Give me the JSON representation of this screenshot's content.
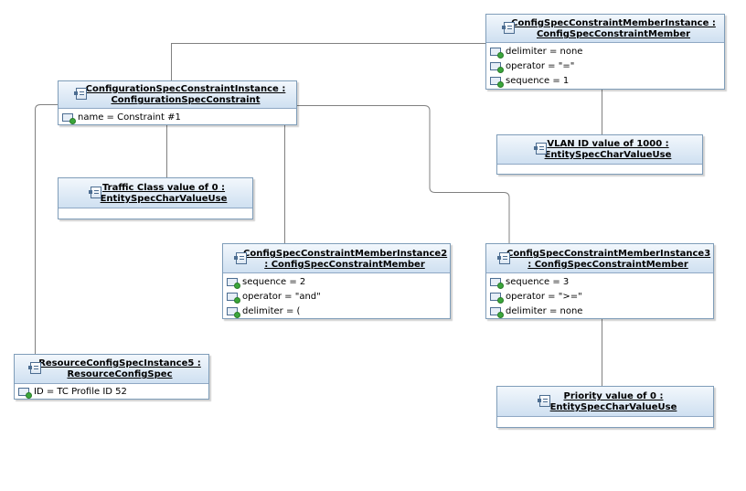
{
  "nodes": [
    {
      "id": "member-1",
      "title": [
        "ConfigSpecConstraintMemberInstance :",
        "ConfigSpecConstraintMember"
      ],
      "slots": [
        "delimiter = none",
        "operator = \"=\"",
        "sequence = 1"
      ]
    },
    {
      "id": "constraint",
      "title": [
        "ConfigurationSpecConstraintInstance :",
        "ConfigurationSpecConstraint"
      ],
      "slots": [
        "name = Constraint #1"
      ]
    },
    {
      "id": "vlan-value",
      "title": [
        "VLAN ID value of 1000 :",
        "EntitySpecCharValueUse"
      ],
      "slots": []
    },
    {
      "id": "traffic-class-value",
      "title": [
        "Traffic Class  value of 0 :",
        "EntitySpecCharValueUse"
      ],
      "slots": []
    },
    {
      "id": "member-2",
      "title": [
        "ConfigSpecConstraintMemberInstance2",
        ": ConfigSpecConstraintMember"
      ],
      "slots": [
        "sequence = 2",
        "operator = \"and\"",
        "delimiter = ("
      ]
    },
    {
      "id": "member-3",
      "title": [
        "ConfigSpecConstraintMemberInstance3",
        ": ConfigSpecConstraintMember"
      ],
      "slots": [
        "sequence = 3",
        "operator = \">=\"",
        "delimiter = none"
      ]
    },
    {
      "id": "resource-config",
      "title": [
        "ResourceConfigSpecInstance5 :",
        "ResourceConfigSpec"
      ],
      "slots": [
        "ID = TC Profile ID 52"
      ]
    },
    {
      "id": "priority-value",
      "title": [
        "Priority value of 0 :",
        "EntitySpecCharValueUse"
      ],
      "slots": []
    }
  ]
}
